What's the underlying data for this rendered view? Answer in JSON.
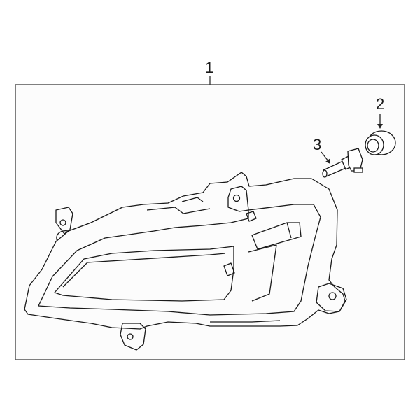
{
  "diagram": {
    "type": "exploded-parts-diagram",
    "subject": "headlamp assembly",
    "callouts": [
      {
        "number": "1",
        "part": "headlamp-assembly"
      },
      {
        "number": "2",
        "part": "socket-cap"
      },
      {
        "number": "3",
        "part": "bulb"
      }
    ],
    "colors": {
      "line": "#1a1a1a",
      "box_border": "#555555",
      "background": "#ffffff",
      "box_fill": "#fcfcfc"
    }
  }
}
